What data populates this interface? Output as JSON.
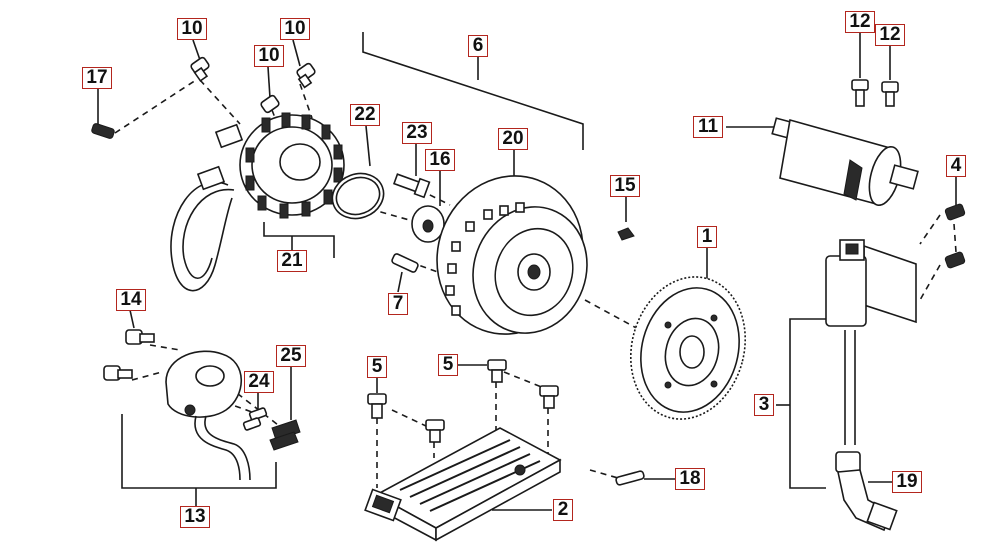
{
  "callouts": [
    {
      "id": "c10a",
      "number": "10"
    },
    {
      "id": "c10b",
      "number": "10"
    },
    {
      "id": "c10c",
      "number": "10"
    },
    {
      "id": "c17",
      "number": "17"
    },
    {
      "id": "c6",
      "number": "6"
    },
    {
      "id": "c22",
      "number": "22"
    },
    {
      "id": "c23",
      "number": "23"
    },
    {
      "id": "c16",
      "number": "16"
    },
    {
      "id": "c20",
      "number": "20"
    },
    {
      "id": "c12a",
      "number": "12"
    },
    {
      "id": "c12b",
      "number": "12"
    },
    {
      "id": "c11",
      "number": "11"
    },
    {
      "id": "c15",
      "number": "15"
    },
    {
      "id": "c4",
      "number": "4"
    },
    {
      "id": "c21",
      "number": "21"
    },
    {
      "id": "c1",
      "number": "1"
    },
    {
      "id": "c7",
      "number": "7"
    },
    {
      "id": "c14",
      "number": "14"
    },
    {
      "id": "c25",
      "number": "25"
    },
    {
      "id": "c24",
      "number": "24"
    },
    {
      "id": "c5a",
      "number": "5"
    },
    {
      "id": "c5b",
      "number": "5"
    },
    {
      "id": "c3",
      "number": "3"
    },
    {
      "id": "c18",
      "number": "18"
    },
    {
      "id": "c19",
      "number": "19"
    },
    {
      "id": "c2",
      "number": "2"
    },
    {
      "id": "c13",
      "number": "13"
    }
  ],
  "colors": {
    "callout_border": "#b3261e",
    "line": "#1a1a1a",
    "background": "#ffffff"
  }
}
